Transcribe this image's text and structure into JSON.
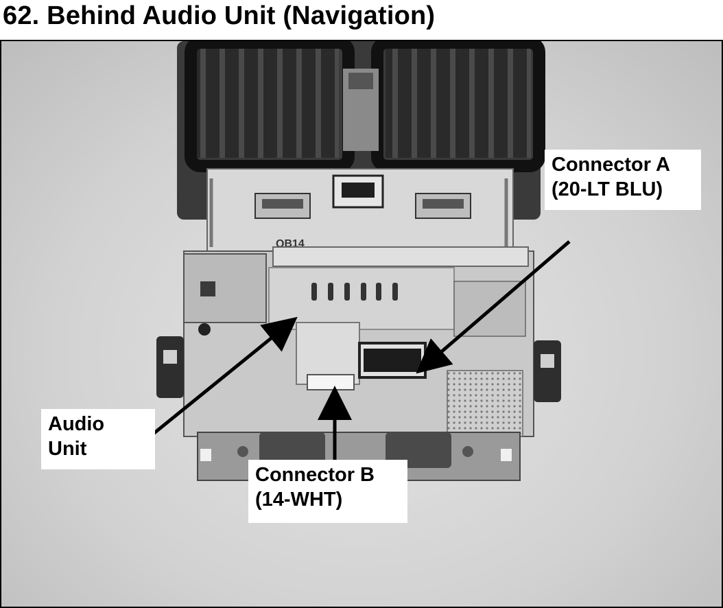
{
  "title": "62. Behind Audio Unit (Navigation)",
  "photo": {
    "part_marking": "QB14"
  },
  "callouts": {
    "connector_a": {
      "line1": "Connector A",
      "line2": "(20-LT BLU)"
    },
    "audio_unit": {
      "line1": "Audio",
      "line2": "Unit"
    },
    "connector_b": {
      "line1": "Connector B",
      "line2": "(14-WHT)"
    }
  }
}
